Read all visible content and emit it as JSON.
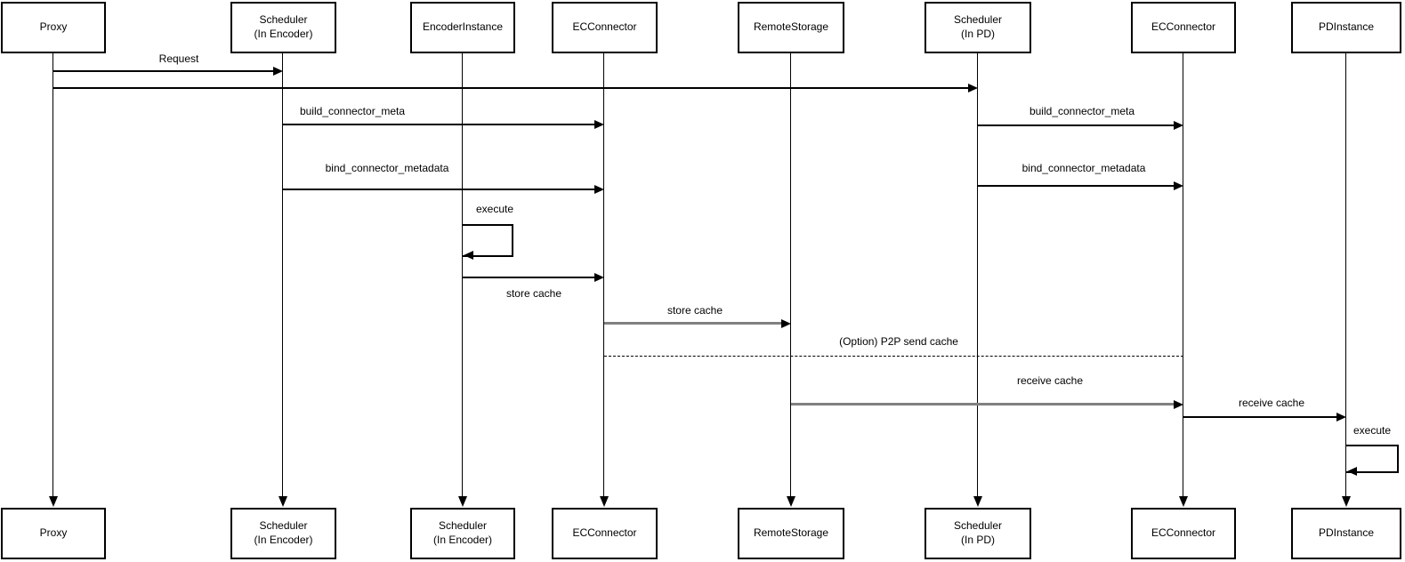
{
  "diagram": {
    "type": "uml-sequence",
    "colors": {
      "line": "#000000",
      "emphasis_arrow": "#808080",
      "background": "#ffffff"
    },
    "participants": [
      {
        "name": "proxy",
        "top_label": "Proxy",
        "bottom_label": "Proxy"
      },
      {
        "name": "scheduler-encoder",
        "top_label": "Scheduler\n(In Encoder)",
        "bottom_label": "Scheduler\n(In Encoder)"
      },
      {
        "name": "encoder-instance",
        "top_label": "EncoderInstance",
        "bottom_label": "Scheduler\n(In Encoder)"
      },
      {
        "name": "ec-connector-enc",
        "top_label": "ECConnector",
        "bottom_label": "ECConnector"
      },
      {
        "name": "remote-storage",
        "top_label": "RemoteStorage",
        "bottom_label": "RemoteStorage"
      },
      {
        "name": "scheduler-pd",
        "top_label": "Scheduler\n(In PD)",
        "bottom_label": "Scheduler\n(In PD)"
      },
      {
        "name": "ec-connector-pd",
        "top_label": "ECConnector",
        "bottom_label": "ECConnector"
      },
      {
        "name": "pd-instance",
        "top_label": "PDInstance",
        "bottom_label": "PDInstance"
      }
    ],
    "messages": [
      {
        "label": "Request",
        "from": "Proxy",
        "to": "Scheduler (In Encoder)",
        "style": "solid"
      },
      {
        "label": "",
        "from": "Proxy",
        "to": "Scheduler (In PD)",
        "style": "solid"
      },
      {
        "label": "build_connector_meta",
        "from": "Scheduler (In Encoder)",
        "to": "ECConnector",
        "style": "solid"
      },
      {
        "label": "bind_connector_metadata",
        "from": "Scheduler (In Encoder)",
        "to": "ECConnector",
        "style": "solid"
      },
      {
        "label": "execute",
        "from": "EncoderInstance",
        "to": "EncoderInstance",
        "style": "self"
      },
      {
        "label": "store cache",
        "from": "EncoderInstance",
        "to": "ECConnector",
        "style": "solid"
      },
      {
        "label": "store cache",
        "from": "ECConnector",
        "to": "RemoteStorage",
        "style": "solid-gray"
      },
      {
        "label": "(Option) P2P send cache",
        "from": "ECConnector",
        "to": "ECConnector (In PD)",
        "style": "dashed"
      },
      {
        "label": "build_connector_meta",
        "from": "Scheduler (In PD)",
        "to": "ECConnector",
        "style": "solid"
      },
      {
        "label": "bind_connector_metadata",
        "from": "Scheduler (In PD)",
        "to": "ECConnector",
        "style": "solid"
      },
      {
        "label": "receive cache",
        "from": "RemoteStorage",
        "to": "ECConnector",
        "style": "solid-gray"
      },
      {
        "label": "receive cache",
        "from": "ECConnector",
        "to": "PDInstance",
        "style": "solid"
      },
      {
        "label": "execute",
        "from": "PDInstance",
        "to": "PDInstance",
        "style": "self"
      }
    ]
  }
}
